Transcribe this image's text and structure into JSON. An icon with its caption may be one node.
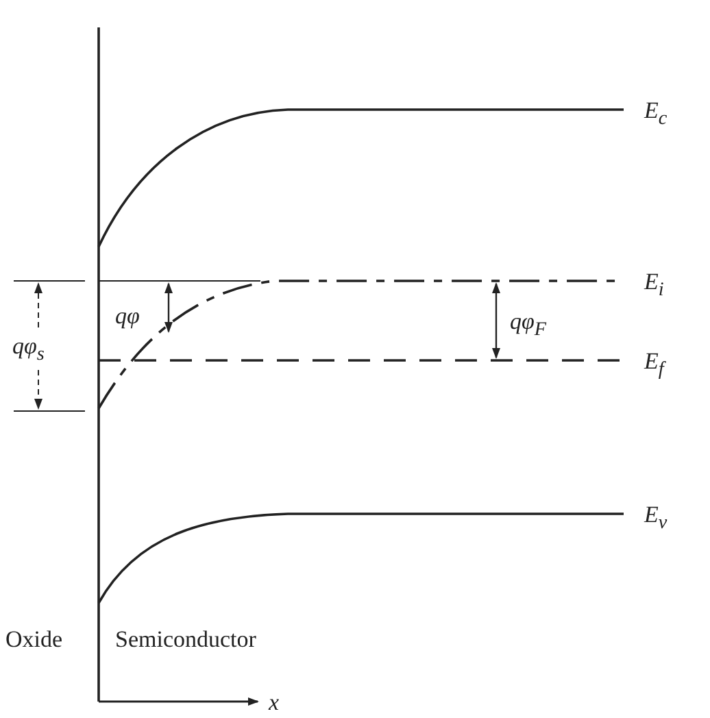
{
  "diagram": {
    "labels": [
      "E$_{c}$",
      "qφ",
      "E$_{i}$",
      "qφ$_{s}$",
      "qφ$_{F}$",
      "E$_{f}$",
      "E$_{v}$",
      "Oxide",
      "Semiconductor",
      "x"
    ]
  }
}
